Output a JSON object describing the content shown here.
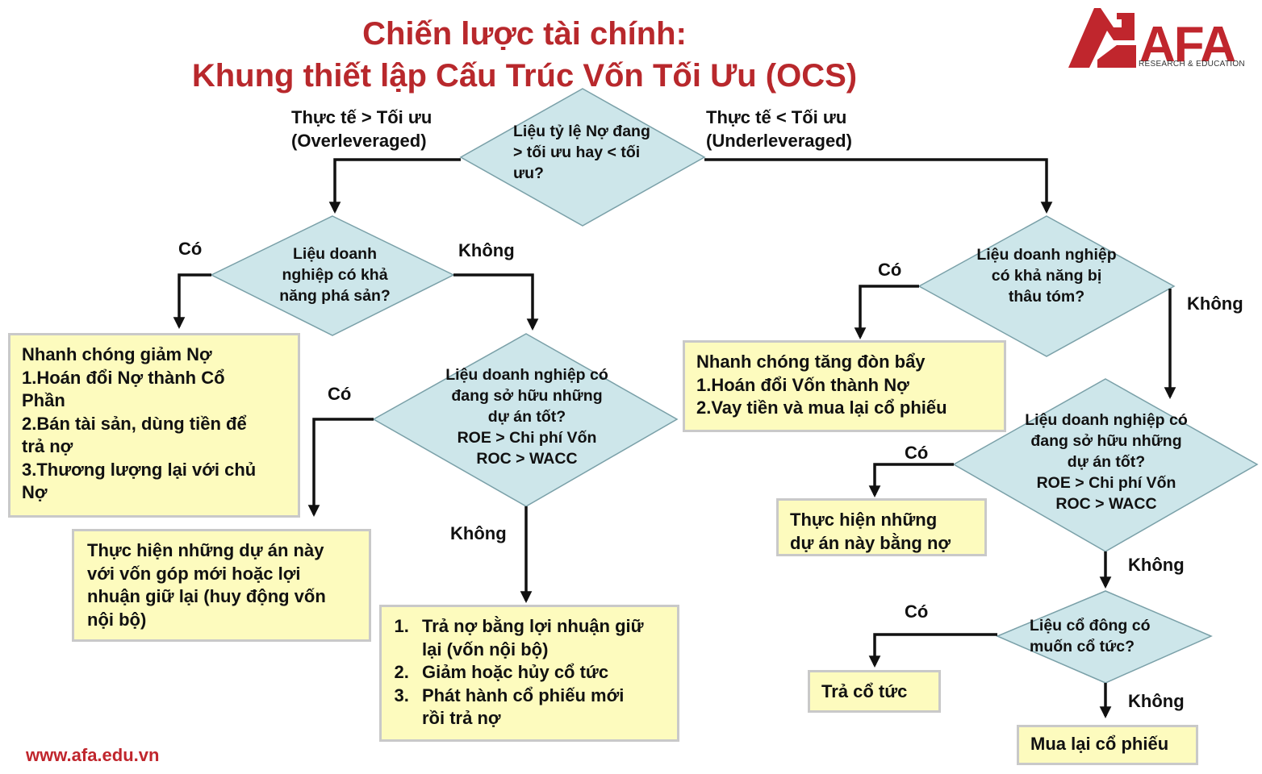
{
  "title": {
    "line1": "Chiến lược tài chính:",
    "line2": "Khung thiết lập Cấu Trúc Vốn Tối Ưu (OCS)"
  },
  "logo": {
    "brand": "AFA",
    "tagline": "RESEARCH & EDUCATION"
  },
  "website": "www.afa.edu.vn",
  "branches": {
    "overleveraged": {
      "line1": "Thực tế > Tối ưu",
      "line2": "(Overleveraged)"
    },
    "underleveraged": {
      "line1": "Thực tế < Tối ưu",
      "line2": "(Underleveraged)"
    }
  },
  "decisions": {
    "root": [
      "Liệu tỷ lệ Nợ đang",
      "> tối ưu hay < tối",
      "ưu?"
    ],
    "bankrupt": [
      "Liệu doanh",
      "nghiệp có khả",
      "năng phá sản?"
    ],
    "projects_left": [
      "Liệu doanh nghiệp có",
      "đang sở hữu những",
      "dự án tốt?",
      "ROE > Chi phí Vốn",
      "ROC > WACC"
    ],
    "takeover": [
      "Liệu doanh nghiệp",
      "có khả năng bị",
      "thâu tóm?"
    ],
    "projects_right": [
      "Liệu doanh nghiệp có",
      "đang sở hữu những",
      "dự án tốt?",
      "ROE > Chi phí Vốn",
      "ROC > WACC"
    ],
    "dividends": [
      "Liệu cổ đông có",
      "muốn cổ tức?"
    ]
  },
  "edge_labels": {
    "yes": "Có",
    "no": "Không"
  },
  "outcomes": {
    "reduce_debt": [
      "Nhanh chóng giảm Nợ",
      "1.Hoán đổi Nợ thành Cổ",
      "Phần",
      "2.Bán tài sản, dùng tiền để",
      "trả nợ",
      "3.Thương lượng lại với chủ",
      "Nợ"
    ],
    "new_equity": [
      "Thực hiện những dự án này",
      "với vốn góp mới hoặc lợi",
      "nhuận giữ lại (huy động vốn",
      "nội bộ)"
    ],
    "pay_down": {
      "items": [
        [
          "Trả nợ bằng lợi nhuận giữ",
          "lại (vốn nội bộ)"
        ],
        [
          "Giảm hoặc hủy cổ tức"
        ],
        [
          "Phát hành cổ phiếu mới",
          "rồi trả nợ"
        ]
      ]
    },
    "increase_leverage": [
      "Nhanh chóng tăng đòn bẩy",
      "1.Hoán đổi Vốn thành Nợ",
      "2.Vay tiền và mua lại cổ phiếu"
    ],
    "debt_projects": [
      "Thực hiện những",
      "dự án này bằng nợ"
    ],
    "pay_dividends": [
      "Trả cổ tức"
    ],
    "buyback": [
      "Mua lại cổ phiếu"
    ]
  },
  "colors": {
    "title": "#b8282c",
    "diamond_fill": "#cde6ea",
    "diamond_stroke": "#7aa0a8",
    "box_fill": "#fdfbbe",
    "box_border": "#c9c9c9",
    "arrow": "#111111",
    "url": "#c0262d"
  }
}
